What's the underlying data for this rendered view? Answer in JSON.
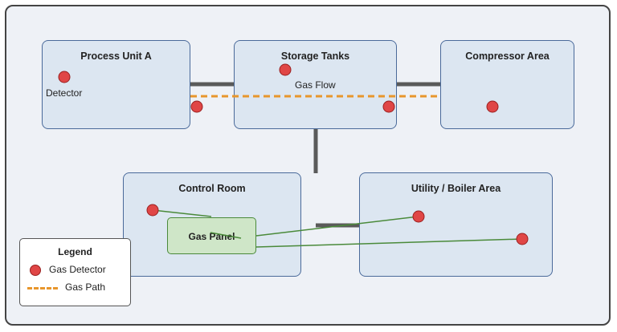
{
  "zones": {
    "process_unit_a": "Process Unit A",
    "storage_tanks": "Storage Tanks",
    "compressor_area": "Compressor Area",
    "control_room": "Control Room",
    "utility_boiler": "Utility / Boiler Area"
  },
  "labels": {
    "detector": "Detector",
    "gas_flow": "Gas Flow",
    "gas_panel": "Gas Panel"
  },
  "legend": {
    "title": "Legend",
    "detector_item": "Gas Detector",
    "path_item": "Gas Path"
  },
  "colors": {
    "detector": "#e04646",
    "gas_path": "#e8962c",
    "wiring": "#4a8a3a",
    "zone_fill": "#dce6f1",
    "panel_fill": "#cfe6c8"
  }
}
